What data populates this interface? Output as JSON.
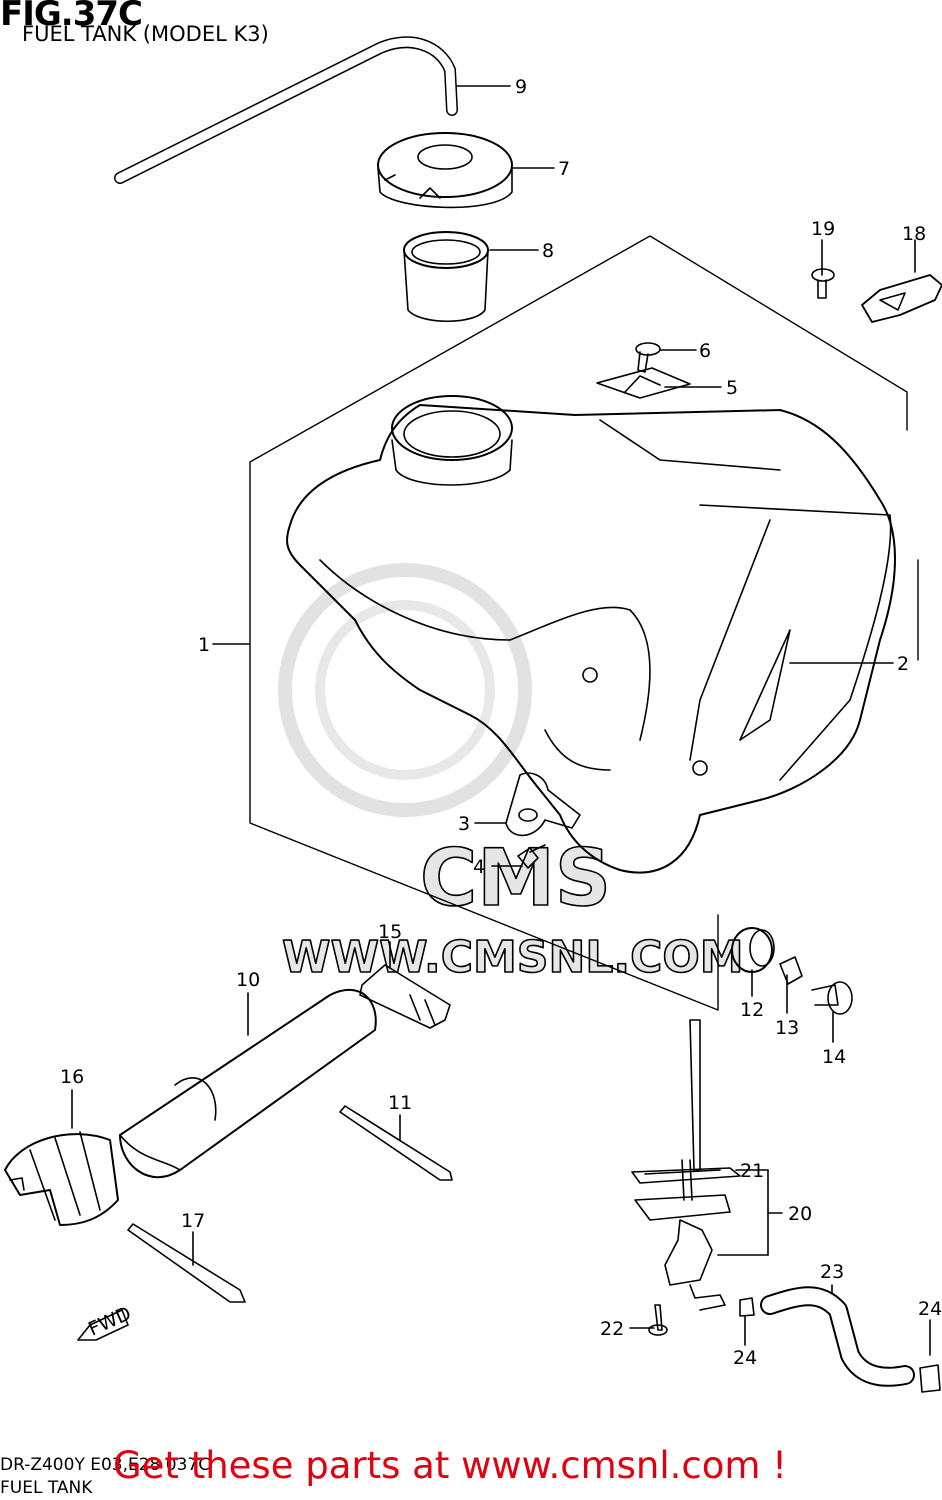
{
  "figure": {
    "title": "FIG.37C",
    "subtitle": "FUEL TANK (MODEL K3)",
    "footer_code": "DR-Z400Y E03,E28  037C",
    "footer_name": "FUEL TANK"
  },
  "watermark": {
    "url_text": "WWW.CMSNL.COM",
    "logo_text": "CMS"
  },
  "promo": {
    "text": "Get these parts at www.cmsnl.com !",
    "color": "#e0000f"
  },
  "direction_marker": {
    "label": "FWD"
  },
  "callouts": [
    {
      "id": "1",
      "label": "1"
    },
    {
      "id": "2",
      "label": "2"
    },
    {
      "id": "3",
      "label": "3"
    },
    {
      "id": "4",
      "label": "4"
    },
    {
      "id": "5",
      "label": "5"
    },
    {
      "id": "6",
      "label": "6"
    },
    {
      "id": "7",
      "label": "7"
    },
    {
      "id": "8",
      "label": "8"
    },
    {
      "id": "9",
      "label": "9"
    },
    {
      "id": "10",
      "label": "10"
    },
    {
      "id": "11",
      "label": "11"
    },
    {
      "id": "12",
      "label": "12"
    },
    {
      "id": "13",
      "label": "13"
    },
    {
      "id": "14",
      "label": "14"
    },
    {
      "id": "15",
      "label": "15"
    },
    {
      "id": "16",
      "label": "16"
    },
    {
      "id": "17",
      "label": "17"
    },
    {
      "id": "18",
      "label": "18"
    },
    {
      "id": "19",
      "label": "19"
    },
    {
      "id": "20",
      "label": "20"
    },
    {
      "id": "21",
      "label": "21"
    },
    {
      "id": "22",
      "label": "22"
    },
    {
      "id": "23",
      "label": "23"
    },
    {
      "id": "24a",
      "label": "24"
    },
    {
      "id": "24b",
      "label": "24"
    }
  ]
}
